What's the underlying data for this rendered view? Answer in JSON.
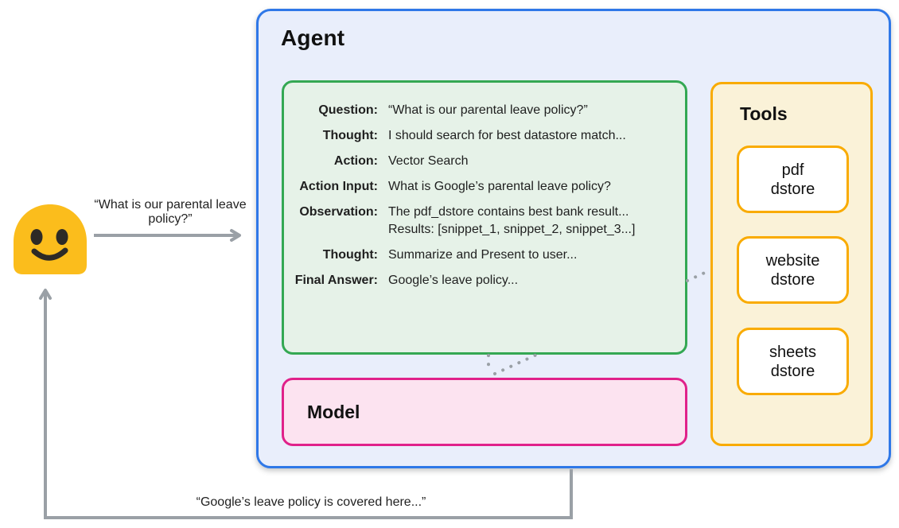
{
  "user": {
    "avatar_icon": "smiley-blob-emoji",
    "query": "“What is our parental leave policy?”",
    "response": "“Google’s leave policy is covered here...”"
  },
  "agent": {
    "title": "Agent",
    "react_trace": {
      "rows": [
        {
          "label": "Question:",
          "value": "“What is our parental leave policy?”"
        },
        {
          "label": "Thought:",
          "value": "I should search for best datastore match..."
        },
        {
          "label": "Action:",
          "value": "Vector Search"
        },
        {
          "label": "Action Input:",
          "value": "What is Google’s parental leave policy?"
        },
        {
          "label": "Observation:",
          "value": "The pdf_dstore contains best bank result...",
          "value_line2": "Results: [snippet_1, snippet_2, snippet_3...]"
        },
        {
          "label": "Thought:",
          "value": "Summarize and Present to user..."
        },
        {
          "label": "Final Answer:",
          "value": "Google’s leave policy..."
        }
      ]
    },
    "model": {
      "title": "Model"
    },
    "tools": {
      "title": "Tools",
      "items": [
        {
          "line1": "pdf",
          "line2": "dstore"
        },
        {
          "line1": "website",
          "line2": "dstore"
        },
        {
          "line1": "sheets",
          "line2": "dstore"
        }
      ]
    }
  },
  "colors": {
    "agent_border": "#2f78e8",
    "agent_fill": "#e9eefb",
    "react_border": "#34a853",
    "react_fill": "#e6f2e8",
    "model_border": "#e0218a",
    "model_fill": "#fce3f0",
    "tools_border": "#f9ab00",
    "tools_fill": "#faf2d8",
    "arrow_gray": "#9aa0a6",
    "avatar_yellow": "#fbbd1c"
  }
}
